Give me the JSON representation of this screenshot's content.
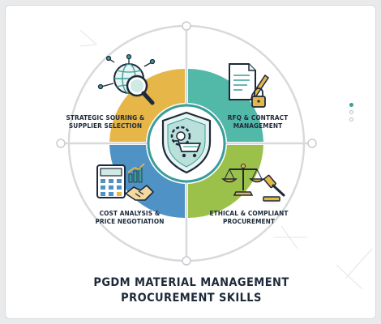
{
  "segments": [
    {
      "lines": [
        "STRATEGIC SOURING &",
        "SUPPLIER SELECTION"
      ],
      "icon": "globe-magnifier-icon",
      "color": "#e6b649"
    },
    {
      "lines": [
        "RFQ & CONTRACT",
        "MANAGEMENT"
      ],
      "icon": "contract-pen-lock-icon",
      "color": "#52b8a8"
    },
    {
      "lines": [
        "COST ANALYSIS &",
        "PRICE NEGOTIATION"
      ],
      "icon": "calculator-handshake-icon",
      "color": "#4f92c6"
    },
    {
      "lines": [
        "ETHICAL & COMPLIANT",
        "PROCUREMENT"
      ],
      "icon": "scales-gavel-icon",
      "color": "#9cc14a"
    }
  ],
  "center_icon": "shield-gear-cart-icon",
  "title_lines": [
    "PGDM MATERIAL MANAGEMENT",
    "PROCUREMENT SKILLS"
  ],
  "carousel": {
    "total": 3,
    "active_index": 0
  },
  "colors": {
    "navy": "#1e2a3a",
    "teal": "#3a9e9a",
    "ring": "#d7dadd"
  }
}
